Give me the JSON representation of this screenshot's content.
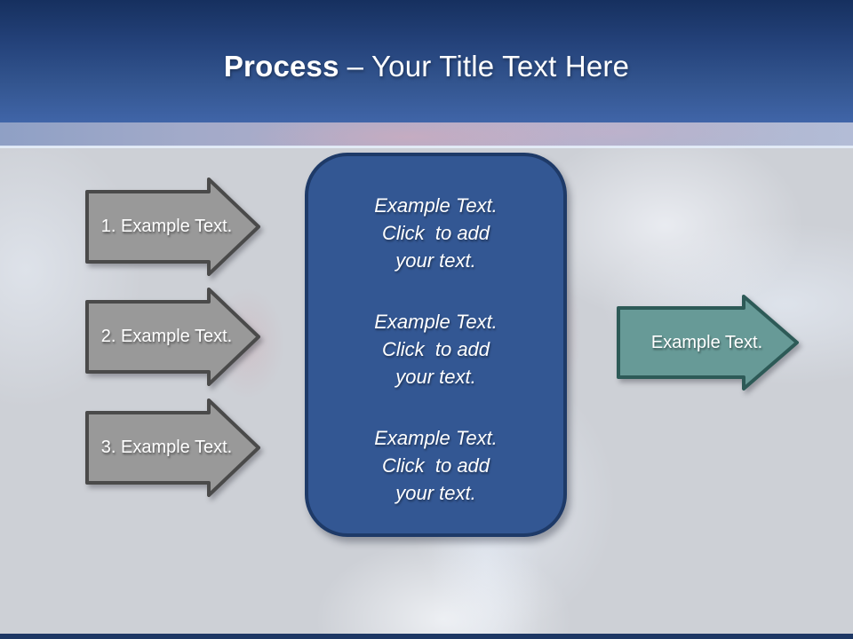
{
  "slide": {
    "title": {
      "bold": "Process",
      "rest": "– Your Title Text Here"
    },
    "steps": [
      {
        "label": "1. Example Text."
      },
      {
        "label": "2. Example Text."
      },
      {
        "label": "3. Example Text."
      }
    ],
    "center_box": {
      "blocks": [
        {
          "lines": [
            "Example Text.",
            "Click  to add",
            "your text."
          ]
        },
        {
          "lines": [
            "Example Text.",
            "Click  to add",
            "your text."
          ]
        },
        {
          "lines": [
            "Example Text.",
            "Click  to add",
            "your text."
          ]
        }
      ]
    },
    "result_arrow": {
      "label": "Example Text."
    },
    "colors": {
      "header_top": "#16305f",
      "header_bottom": "#4065a8",
      "accent_band": "#aab3c9",
      "background": "#cdd0d6",
      "box_fill": "#335793",
      "box_border": "#1e3a68",
      "gray_arrow_fill": "#999999",
      "gray_arrow_border": "#4a4a4a",
      "teal_arrow_fill": "#679a97",
      "teal_arrow_border": "#2d5a57",
      "footer_strip": "#1d3764",
      "text": "#ffffff"
    }
  }
}
